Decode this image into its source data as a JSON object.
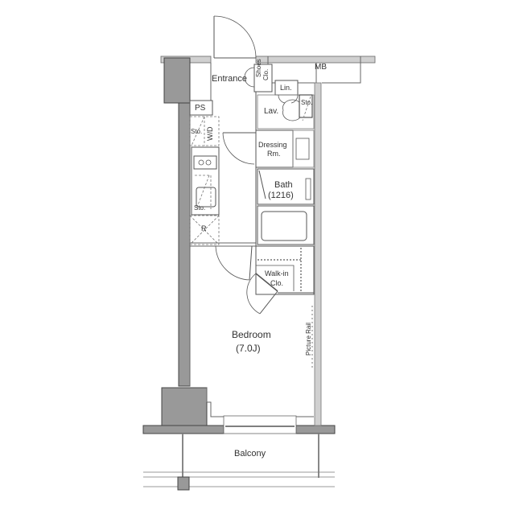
{
  "floorplan": {
    "colors": {
      "wall_dark": "#999999",
      "wall_light": "#d0d0d0",
      "line": "#555555",
      "text": "#333333",
      "background": "#ffffff"
    },
    "rooms": {
      "entrance": "Entrance",
      "shoes_closet_1": "Shoes",
      "shoes_closet_2": "Clo.",
      "mb": "MB",
      "linen": "Lin.",
      "lavatory": "Lav.",
      "storage_lav": "Sto.",
      "ps": "PS",
      "storage_wd": "Sto.",
      "washer_dryer": "W/D",
      "dressing_1": "Dressing",
      "dressing_2": "Rm.",
      "bath_1": "Bath",
      "bath_2": "(1216)",
      "storage_kitchen": "Sto.",
      "refrigerator": "R",
      "walkin_1": "Walk-in",
      "walkin_2": "Clo.",
      "bedroom_1": "Bedroom",
      "bedroom_2": "(7.0J)",
      "picture_rail": "Picture Rail",
      "balcony": "Balcony"
    }
  }
}
